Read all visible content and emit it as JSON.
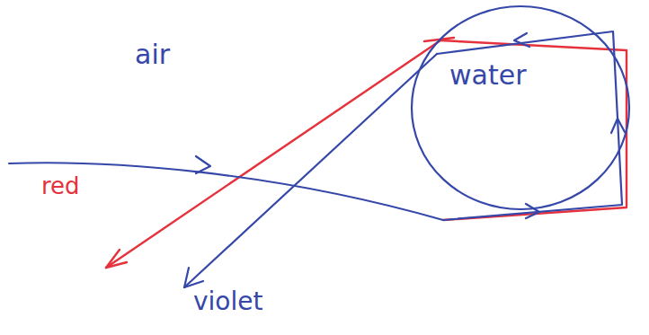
{
  "diagram": {
    "nodes": [
      {
        "text": [
          "water"
        ]
      }
    ],
    "labels": [
      "air",
      "red",
      "violet"
    ]
  }
}
